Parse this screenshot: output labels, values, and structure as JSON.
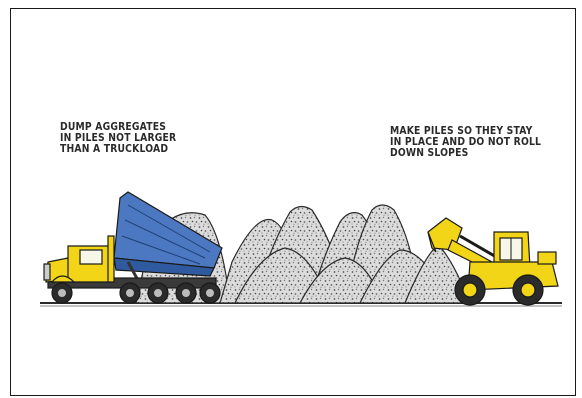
{
  "annotations": {
    "left": [
      "DUMP AGGREGATES",
      "IN PILES NOT LARGER",
      "THAN A TRUCKLOAD"
    ],
    "right": [
      "MAKE PILES SO THEY STAY",
      "IN PLACE AND DO NOT ROLL",
      "DOWN SLOPES"
    ]
  },
  "colors": {
    "vehicle_yellow": "#f2d516",
    "truck_bed_blue": "#4b78c0",
    "aggregate_fill": "#d8d8d8",
    "outline": "#1a1a1a",
    "ground": "#2b2b2b"
  },
  "icons": {
    "truck": "dump-truck-icon",
    "loader": "wheel-loader-icon"
  }
}
